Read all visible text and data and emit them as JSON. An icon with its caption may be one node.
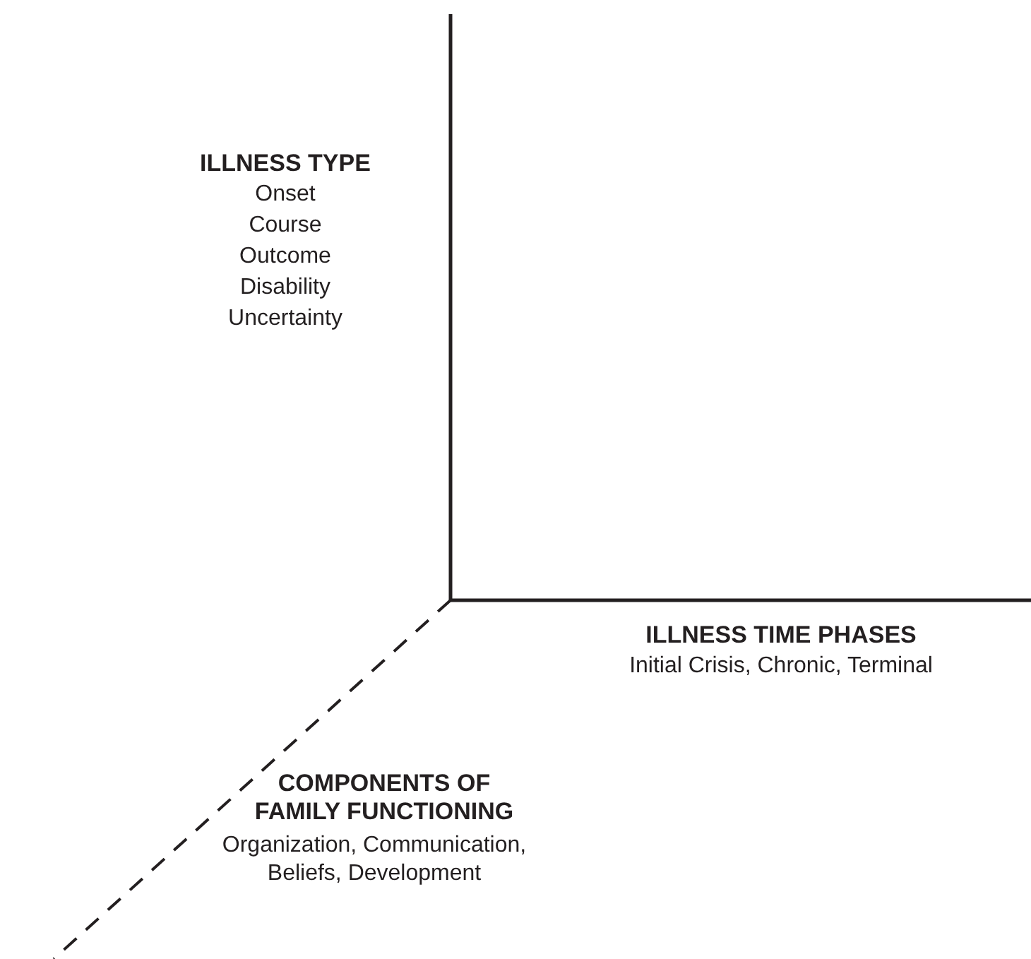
{
  "diagram": {
    "labels": [
      "ILLNESS TYPE",
      "Onset",
      "Course",
      "Outcome",
      "Disability",
      "Uncertainty",
      "ILLNESS TIME PHASES",
      "Initial Crisis, Chronic, Terminal",
      "COMPONENTS OF FAMILY FUNCTIONING",
      "Organization, Communication, Beliefs, Development"
    ]
  }
}
